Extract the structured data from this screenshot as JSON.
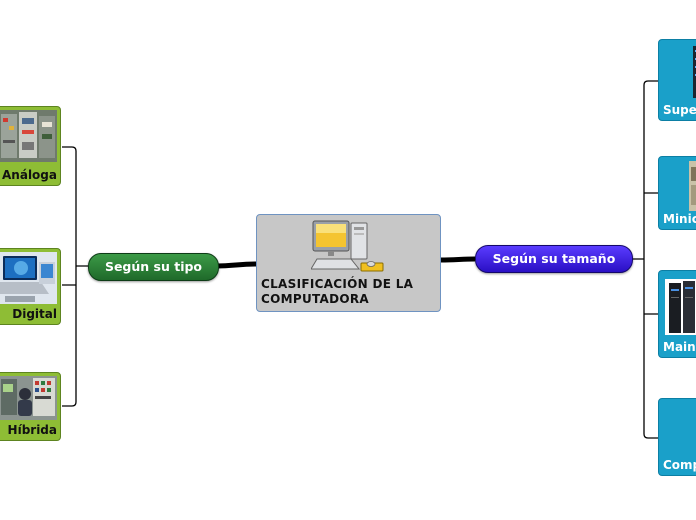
{
  "central": {
    "label": "CLASIFICACIÓN DE LA COMPUTADORA"
  },
  "left_branch": {
    "label": "Según su tipo",
    "color": "#2a7d35",
    "children": [
      {
        "label": "Análoga"
      },
      {
        "label": "Digital"
      },
      {
        "label": "Híbrida"
      }
    ]
  },
  "right_branch": {
    "label": "Según su tamaño",
    "color": "#3a1fe0",
    "children": [
      {
        "label": "Supercomputadora"
      },
      {
        "label": "Minicomputadora"
      },
      {
        "label": "Mainframe"
      },
      {
        "label": "Computadora"
      }
    ]
  },
  "colors": {
    "central_fill": "#c7c7c7",
    "left_leaf_fill": "#8ebd35",
    "right_leaf_fill": "#1aa0c9",
    "connector": "#000000"
  }
}
